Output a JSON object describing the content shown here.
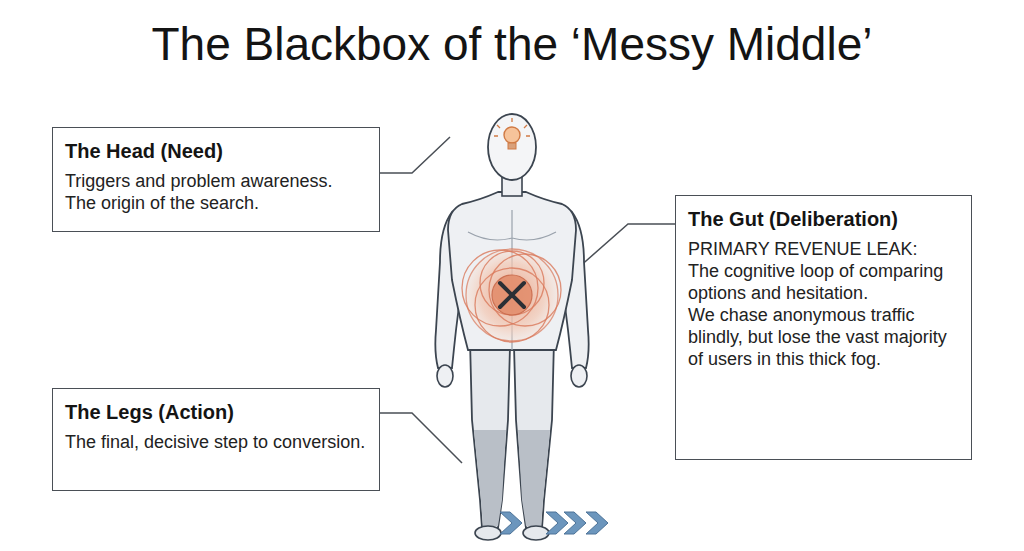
{
  "diagram": {
    "title": "The Blackbox of the ‘Messy Middle’",
    "nodes": [
      {
        "text": [
          "The Head (Need)",
          "Triggers and problem awareness. The origin of the search."
        ]
      },
      {
        "text": [
          "The Gut (Deliberation)",
          "PRIMARY REVENUE LEAK:",
          "The cognitive loop of comparing options and hesitation.",
          "We chase anonymous traffic blindly, but lose the vast majority of users in this thick fog."
        ]
      },
      {
        "text": [
          "The Legs (Action)",
          "The final, decisive step to conversion."
        ]
      }
    ]
  }
}
